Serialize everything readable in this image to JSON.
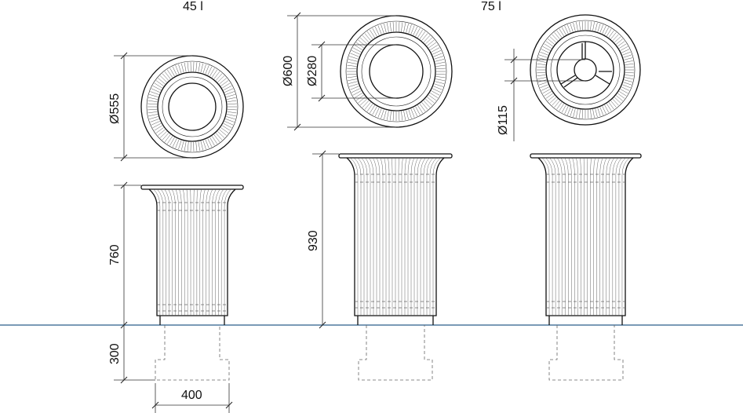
{
  "models": [
    {
      "capacity": "45 l",
      "diameter": "Ø555",
      "height": "760"
    },
    {
      "capacity": "75 l",
      "diameter_outer": "Ø600",
      "diameter_inner": "Ø280",
      "height": "930"
    },
    {
      "diameter_small": "Ø115"
    }
  ],
  "foundation": {
    "depth": "300",
    "width": "400"
  },
  "colors": {
    "ground_line": "#2b5d8a",
    "line": "#111111",
    "hidden": "#666666"
  }
}
